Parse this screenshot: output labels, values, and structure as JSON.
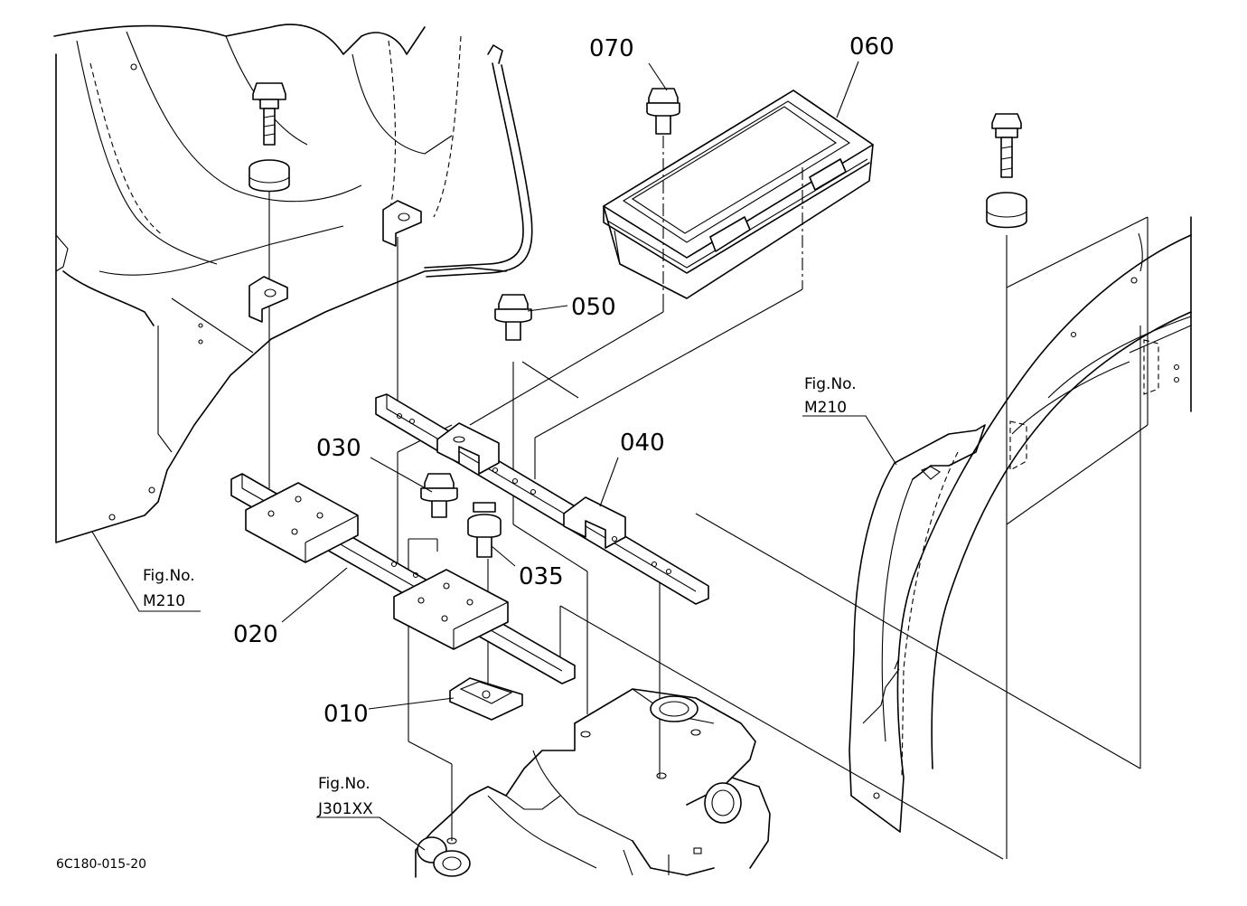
{
  "parts": [
    {
      "id": "p070",
      "number": "070"
    },
    {
      "id": "p060",
      "number": "060"
    },
    {
      "id": "p050",
      "number": "050"
    },
    {
      "id": "p040",
      "number": "040"
    },
    {
      "id": "p030",
      "number": "030"
    },
    {
      "id": "p035",
      "number": "035"
    },
    {
      "id": "p020",
      "number": "020"
    },
    {
      "id": "p010",
      "number": "010"
    }
  ],
  "references": [
    {
      "id": "ref-left",
      "line1": "Fig.No.",
      "line2": "M210"
    },
    {
      "id": "ref-right",
      "line1": "Fig.No.",
      "line2": "M210"
    },
    {
      "id": "ref-bottom",
      "line1": "Fig.No.",
      "line2": "J301XX"
    }
  ],
  "diagram_code": "6C180-015-20"
}
